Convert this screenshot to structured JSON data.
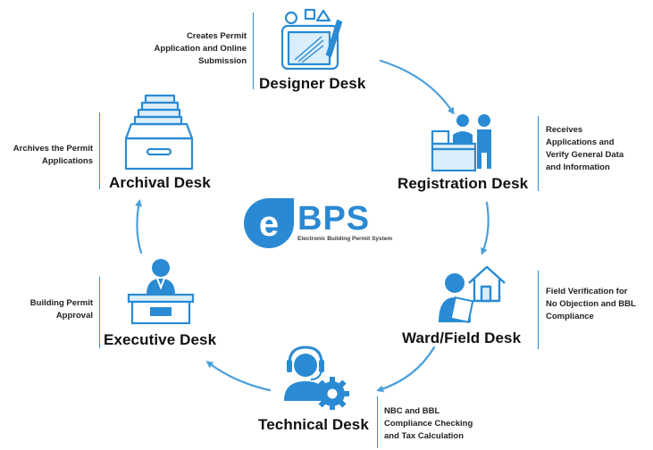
{
  "logo": {
    "brand": "BPS",
    "letter": "e",
    "subtitle": "Electronic Building Permit System"
  },
  "desks": [
    {
      "id": "designer",
      "title": "Designer Desk",
      "description": [
        "Creates Permit",
        "Application and Online",
        "Submission"
      ],
      "icon": "designer-tablet-icon"
    },
    {
      "id": "registration",
      "title": "Registration Desk",
      "description": [
        "Receives",
        "Applications and",
        "Verify General Data",
        "and Information"
      ],
      "icon": "reception-counter-icon"
    },
    {
      "id": "ward",
      "title": "Ward/Field Desk",
      "description": [
        "Field Verification for",
        "No Objection  and BBL",
        "Compliance"
      ],
      "icon": "field-inspector-house-icon"
    },
    {
      "id": "technical",
      "title": "Technical Desk",
      "description": [
        "NBC and BBL",
        "Compliance Checking",
        "and Tax Calculation"
      ],
      "icon": "headset-gear-icon"
    },
    {
      "id": "executive",
      "title": "Executive Desk",
      "description": [
        "Building Permit",
        "Approval"
      ],
      "icon": "executive-at-desk-icon"
    },
    {
      "id": "archival",
      "title": "Archival Desk",
      "description": [
        "Archives the Permit",
        "Applications"
      ],
      "icon": "file-cabinet-icon"
    }
  ],
  "colors": {
    "accent": "#2b8fd6",
    "icon": "#2a8bd4",
    "text": "#111111"
  }
}
